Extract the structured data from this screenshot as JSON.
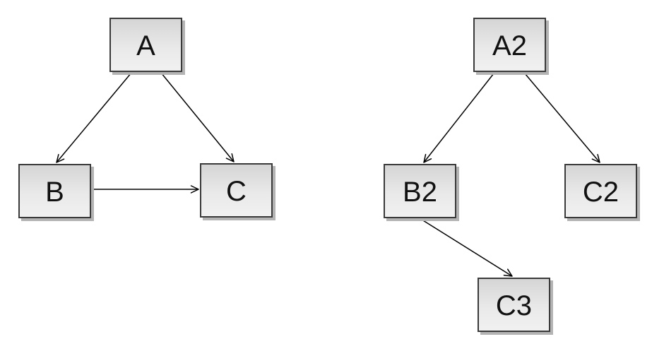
{
  "diagram": {
    "background": "#ffffff",
    "node_style": {
      "fill_top": "#d5d5d5",
      "fill_bottom": "#f1f1f1",
      "border": "#3a3a3a",
      "shadow": "#b4b4b4",
      "text_color": "#111111"
    },
    "edge_style": {
      "color": "#000000",
      "arrowhead": "open-v"
    },
    "graphs": [
      {
        "name": "left-graph",
        "nodes": [
          {
            "id": "A",
            "label": "A"
          },
          {
            "id": "B",
            "label": "B"
          },
          {
            "id": "C",
            "label": "C"
          }
        ],
        "edges": [
          {
            "from": "A",
            "to": "B"
          },
          {
            "from": "A",
            "to": "C"
          },
          {
            "from": "B",
            "to": "C"
          }
        ]
      },
      {
        "name": "right-graph",
        "nodes": [
          {
            "id": "A2",
            "label": "A2"
          },
          {
            "id": "B2",
            "label": "B2"
          },
          {
            "id": "C2",
            "label": "C2"
          },
          {
            "id": "C3",
            "label": "C3"
          }
        ],
        "edges": [
          {
            "from": "A2",
            "to": "B2"
          },
          {
            "from": "A2",
            "to": "C2"
          },
          {
            "from": "B2",
            "to": "C3"
          }
        ]
      }
    ]
  }
}
